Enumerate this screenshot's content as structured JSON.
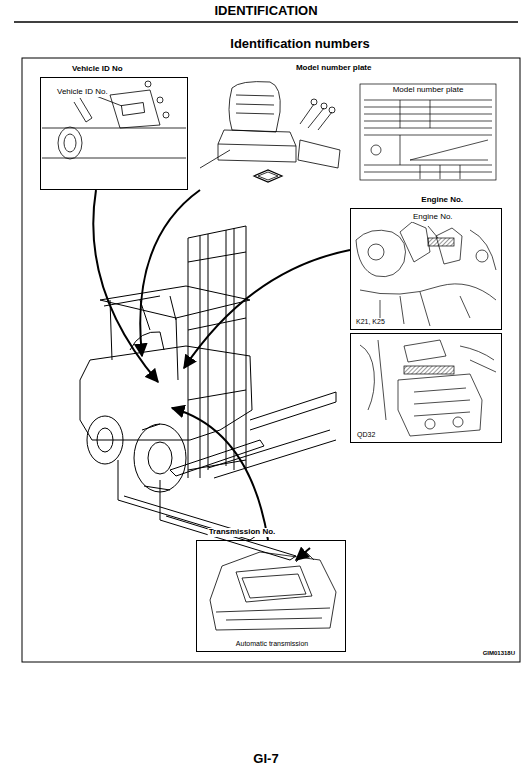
{
  "diagram": {
    "title": "IDENTIFICATION",
    "nodes": [
      {
        "text": [
          "Vehicle ID No"
        ]
      },
      {
        "text": [
          "Model number plate"
        ]
      },
      {
        "text": [
          "Engine No."
        ]
      },
      {
        "text": [
          "QD32"
        ]
      },
      {
        "text": [
          "Transmission No.",
          "Automatic transmission"
        ]
      }
    ],
    "labels": [
      "Identification numbers",
      "Vehicle ID No.",
      "Model number plate",
      "Engine No.",
      "K21, K25",
      "GIM01318U",
      "GI-7"
    ]
  }
}
